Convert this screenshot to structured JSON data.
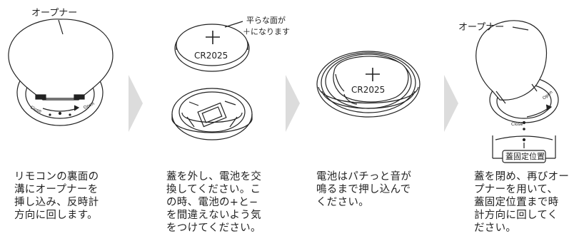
{
  "steps": [
    {
      "labels": {
        "opener": "オープナー",
        "close": "Close",
        "open": "Open"
      },
      "text": "リモコンの裏面の\n溝にオープナーを\n挿し込み、反時計\n方向に回します。"
    },
    {
      "labels": {
        "flat_face": "平らな面が",
        "plus_side": "＋になります",
        "battery_model": "CR2025",
        "plus_sign": "+"
      },
      "text": "蓋を外し、電池を交\n換してください。こ\nの時、電池の+と−\nを間違えないよう気\nをつけてください。"
    },
    {
      "labels": {
        "battery_model": "CR2025",
        "plus_sign": "+"
      },
      "text": "電池はパチっと音が\n鳴るまで押し込んで\nください。"
    },
    {
      "labels": {
        "opener": "オープナー",
        "close": "Close",
        "open": "Open",
        "lid_fixed_position": "蓋固定位置"
      },
      "text": "蓋を閉め、再びオー\nプナーを用いて、\n蓋固定位置まで時\n計方向に回してく\nださい。"
    }
  ],
  "colors": {
    "line": "#222222",
    "arrow_gray": "#dcdcdc",
    "text": "#222222"
  }
}
